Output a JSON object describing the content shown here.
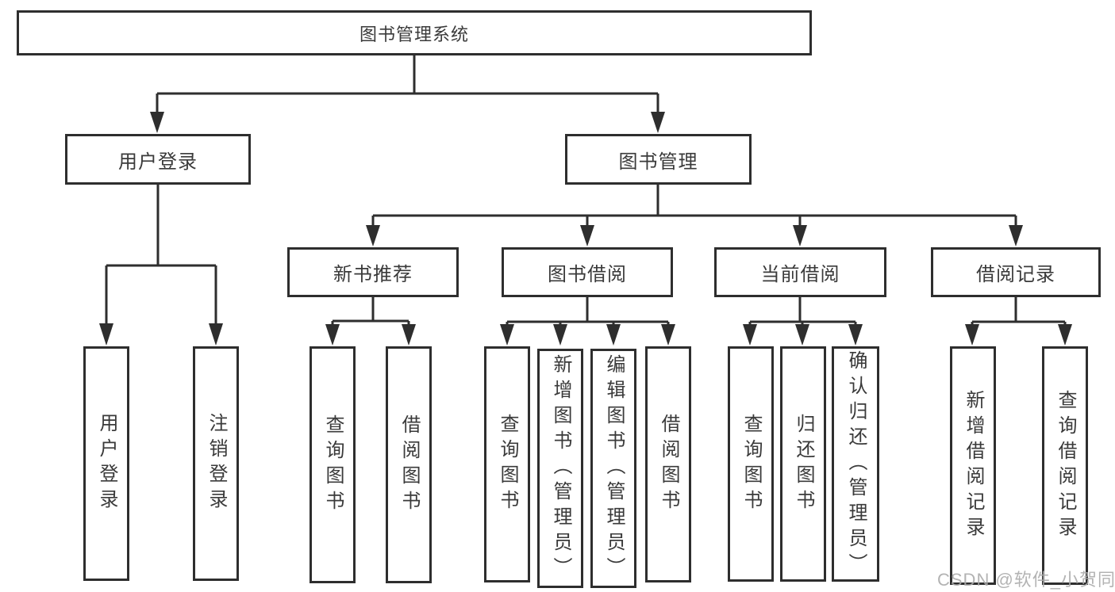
{
  "title": "图书管理系统",
  "watermark": "CSDN @软件_小贺同学",
  "colors": {
    "line": "#2e2e2e",
    "box_border": "#2e2e2e",
    "text": "#3a3a3a",
    "watermark": "#ababab",
    "background": "#ffffff"
  },
  "tree": {
    "root": {
      "label": "图书管理系统"
    },
    "level2": [
      {
        "id": "user-login",
        "label": "用户登录"
      },
      {
        "id": "book-management",
        "label": "图书管理"
      }
    ],
    "level3": [
      {
        "id": "new-book-recommend",
        "label": "新书推荐"
      },
      {
        "id": "book-borrowing",
        "label": "图书借阅"
      },
      {
        "id": "current-borrowing",
        "label": "当前借阅"
      },
      {
        "id": "borrowing-records",
        "label": "借阅记录"
      }
    ],
    "leaves": {
      "user_login": [
        {
          "label": "用户登录"
        },
        {
          "label": "注销登录"
        }
      ],
      "new_book_recommend": [
        {
          "label": "查询图书"
        },
        {
          "label": "借阅图书"
        }
      ],
      "book_borrowing": [
        {
          "label": "查询图书"
        },
        {
          "label": "新增图书（管理员）"
        },
        {
          "label": "编辑图书（管理员）"
        },
        {
          "label": "借阅图书"
        }
      ],
      "current_borrowing": [
        {
          "label": "查询图书"
        },
        {
          "label": "归还图书"
        },
        {
          "label": "确认归还（管理员）"
        }
      ],
      "borrowing_records": [
        {
          "label": "新增借阅记录"
        },
        {
          "label": "查询借阅记录"
        }
      ]
    }
  }
}
